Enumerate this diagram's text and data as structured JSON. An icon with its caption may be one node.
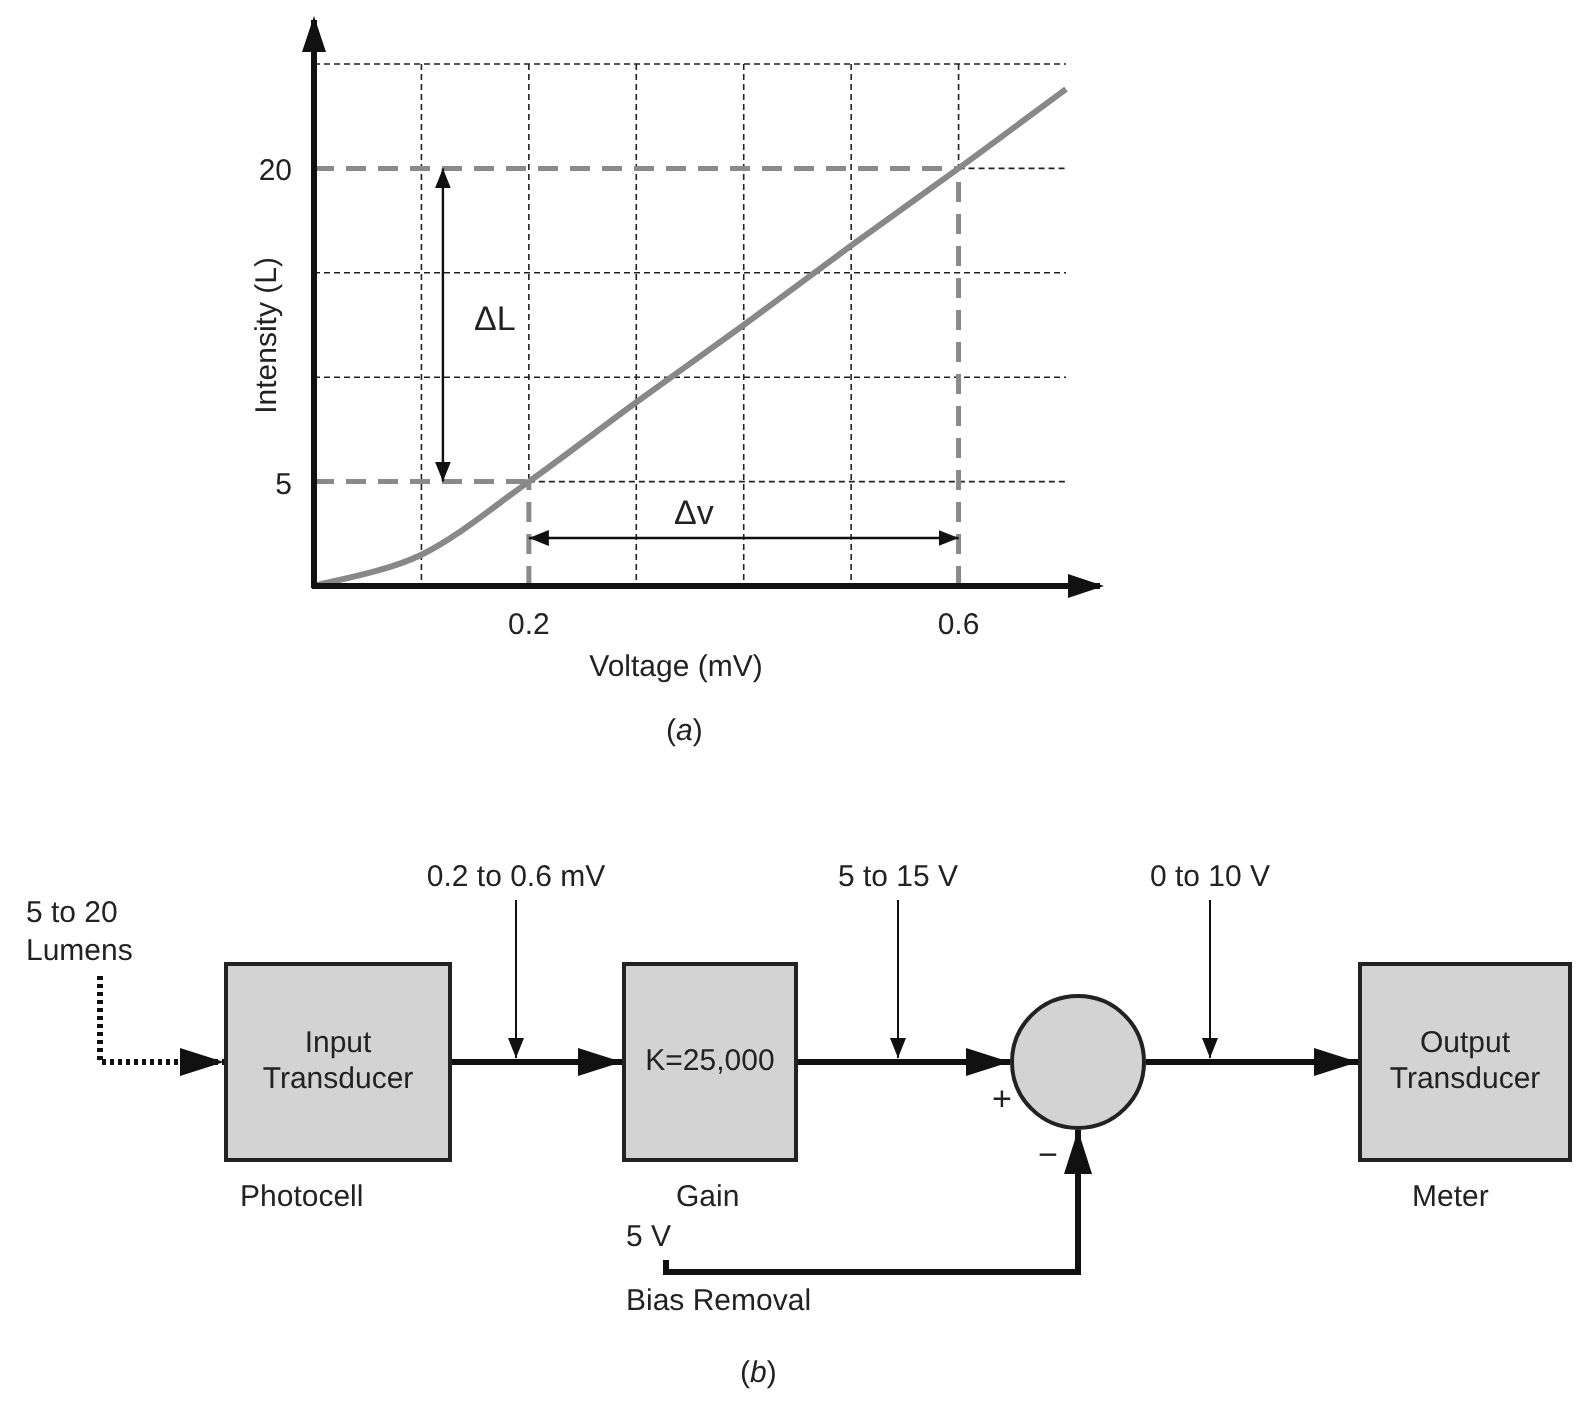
{
  "diagram": {
    "nodes": [
      {
        "text": [
          "5 to 20 Lumens"
        ]
      },
      {
        "text": [
          "Input Transducer"
        ],
        "beside": [
          "Photocell"
        ]
      },
      {
        "text": [
          "K=25,000"
        ],
        "beside": [
          "Gain"
        ]
      },
      {
        "text": [],
        "shape": "circle"
      },
      {
        "text": [
          "Output Transducer"
        ],
        "beside": [
          "Meter"
        ]
      },
      {
        "text": [
          "5 V"
        ],
        "beside": [
          "Bias Removal"
        ]
      },
      {
        "text": [
          "0.2 to 0.6 mV"
        ]
      },
      {
        "text": [
          "5 to 15 V"
        ]
      },
      {
        "text": [
          "0 to 10 V"
        ]
      }
    ],
    "edges": [
      {
        "from": 0,
        "to": 1,
        "arrow": "to",
        "style": "dashed"
      },
      {
        "from": 1,
        "to": 2,
        "arrow": "to"
      },
      {
        "from": 2,
        "to": 3,
        "arrow": "to"
      },
      {
        "from": 5,
        "to": 3,
        "arrow": "to"
      },
      {
        "from": 3,
        "to": 4,
        "arrow": "to"
      },
      {
        "from": 6,
        "to": null,
        "arrow": "to"
      },
      {
        "from": 7,
        "to": null,
        "arrow": "to"
      },
      {
        "from": 8,
        "to": null,
        "arrow": "to"
      }
    ],
    "labels": [
      "ΔL",
      "Δv",
      "(*a*)",
      "+",
      "−",
      "(*b*)"
    ],
    "chart_data": {
      "type": "line",
      "xlabel": "Voltage (mV)",
      "ylabel": "Intensity (L)",
      "x": [
        0,
        0.1,
        0.2,
        0.3,
        0.4,
        0.5,
        0.6,
        0.7
      ],
      "series": [
        {
          "color": "#888888",
          "values": [
            0,
            1.5,
            5,
            8.8,
            12.5,
            16.3,
            20,
            23.8
          ]
        }
      ],
      "xlim": [
        0,
        0.7
      ],
      "ylim": [
        0,
        25
      ],
      "xticks": [
        0.2,
        0.6
      ],
      "yticks": [
        5,
        20
      ],
      "grid": true,
      "ref_lines": [
        {
          "axis": "y",
          "value": 20
        },
        {
          "axis": "y",
          "value": 5
        },
        {
          "axis": "x",
          "value": 0.2
        },
        {
          "axis": "x",
          "value": 0.6
        }
      ]
    }
  }
}
